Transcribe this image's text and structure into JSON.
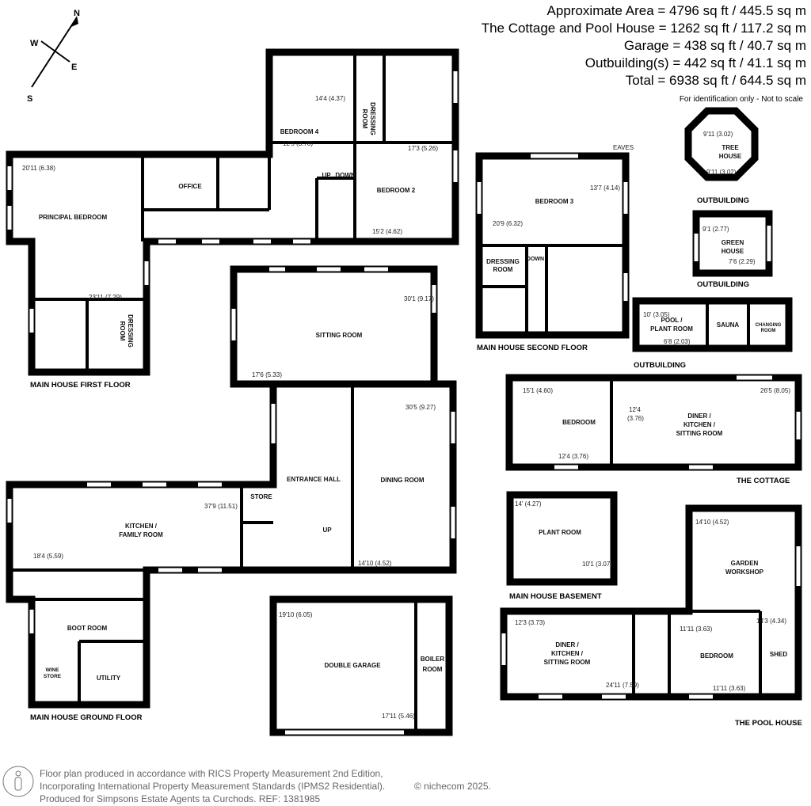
{
  "areas": {
    "approximate": "Approximate Area = 4796 sq ft / 445.5 sq m",
    "cottage_pool": "The Cottage and Pool House = 1262 sq ft / 117.2 sq m",
    "garage": "Garage = 438 sq ft / 40.7 sq m",
    "outbuildings": "Outbuilding(s) = 442 sq ft / 41.1 sq m",
    "total": "Total = 6938 sq ft / 644.5 sq m",
    "note": "For identification only - Not to scale"
  },
  "compass": {
    "n": "N",
    "e": "E",
    "s": "S",
    "w": "W"
  },
  "floors": {
    "first": "MAIN HOUSE FIRST FLOOR",
    "second": "MAIN HOUSE SECOND FLOOR",
    "ground": "MAIN HOUSE GROUND FLOOR",
    "basement": "MAIN HOUSE BASEMENT",
    "outbuilding": "OUTBUILDING",
    "cottage": "THE COTTAGE",
    "pool_house": "THE POOL HOUSE"
  },
  "stairs": {
    "up": "UP",
    "down": "DOWN",
    "eaves": "EAVES"
  },
  "rooms": {
    "bedroom4": {
      "name": "BEDROOM 4",
      "d1": "14'4 (4.37)",
      "d2": "12'5 (3.78)"
    },
    "dressing_ff": {
      "l1": "DRESSING",
      "l2": "ROOM"
    },
    "bedroom2": {
      "name": "BEDROOM 2",
      "d1": "17'3 (5.26)",
      "d2": "15'2 (4.62)"
    },
    "office": {
      "name": "OFFICE"
    },
    "principal": {
      "name": "PRINCIPAL BEDROOM",
      "d1": "20'11 (6.38)",
      "d2": "23'11 (7.29)"
    },
    "dressing_pb": {
      "l1": "DRESSING",
      "l2": "ROOM"
    },
    "sitting": {
      "name": "SITTING ROOM",
      "d1": "30'1 (9.17)",
      "d2": "17'6 (5.33)"
    },
    "bedroom3": {
      "name": "BEDROOM 3",
      "d1": "13'7 (4.14)",
      "d2": "20'9 (6.32)"
    },
    "dressing_sf": {
      "l1": "DRESSING",
      "l2": "ROOM"
    },
    "treehouse": {
      "l1": "TREE",
      "l2": "HOUSE",
      "d1": "9'11 (3.02)",
      "d2": "9'11 (3.02)"
    },
    "greenhouse": {
      "l1": "GREEN",
      "l2": "HOUSE",
      "d1": "9'1 (2.77)",
      "d2": "7'6 (2.29)"
    },
    "pool_plant": {
      "l1": "POOL /",
      "l2": "PLANT ROOM",
      "d1": "10' (3.05)",
      "d2": "6'8 (2.03)"
    },
    "sauna": {
      "name": "SAUNA"
    },
    "changing": {
      "l1": "CHANGING",
      "l2": "ROOM"
    },
    "cottage_bedroom": {
      "name": "BEDROOM",
      "d1": "15'1 (4.60)",
      "d2": "12'4 (3.76)"
    },
    "cottage_diner": {
      "l1": "DINER /",
      "l2": "KITCHEN /",
      "l3": "SITTING ROOM",
      "d1": "26'5 (8.05)",
      "d2a": "12'4",
      "d2b": "(3.76)"
    },
    "entrance": {
      "name": "ENTRANCE HALL"
    },
    "dining": {
      "name": "DINING ROOM",
      "d1": "30'5 (9.27)",
      "d2": "14'10 (4.52)"
    },
    "store": {
      "name": "STORE"
    },
    "kitchen": {
      "l1": "KITCHEN /",
      "l2": "FAMILY ROOM",
      "d1": "37'9 (11.51)",
      "d2": "18'4 (5.59)"
    },
    "boot": {
      "name": "BOOT ROOM"
    },
    "utility": {
      "name": "UTILITY"
    },
    "wine": {
      "l1": "WINE",
      "l2": "STORE"
    },
    "plant": {
      "name": "PLANT ROOM",
      "d1": "14' (4.27)",
      "d2": "10'1 (3.07)"
    },
    "workshop": {
      "l1": "GARDEN",
      "l2": "WORKSHOP",
      "d1": "14'10 (4.52)",
      "d2": "14'3 (4.34)"
    },
    "garage": {
      "name": "DOUBLE GARAGE",
      "d1": "19'10 (6.05)",
      "d2": "17'11 (5.46)"
    },
    "boiler": {
      "l1": "BOILER",
      "l2": "ROOM"
    },
    "pool_diner": {
      "l1": "DINER /",
      "l2": "KITCHEN /",
      "l3": "SITTING ROOM",
      "d1": "12'3 (3.73)",
      "d2": "24'11 (7.59)"
    },
    "pool_bedroom": {
      "name": "BEDROOM",
      "d1": "11'11 (3.63)",
      "d2": "11'11 (3.63)"
    },
    "shed": {
      "name": "SHED"
    }
  },
  "footer": {
    "line1": "Floor plan produced in accordance with RICS Property Measurement 2nd Edition,",
    "line2": "Incorporating International Property Measurement Standards (IPMS2 Residential).",
    "copyright": "© nichecom 2025.",
    "line3": "Produced for Simpsons Estate Agents ta Curchods.   REF: 1381985"
  }
}
